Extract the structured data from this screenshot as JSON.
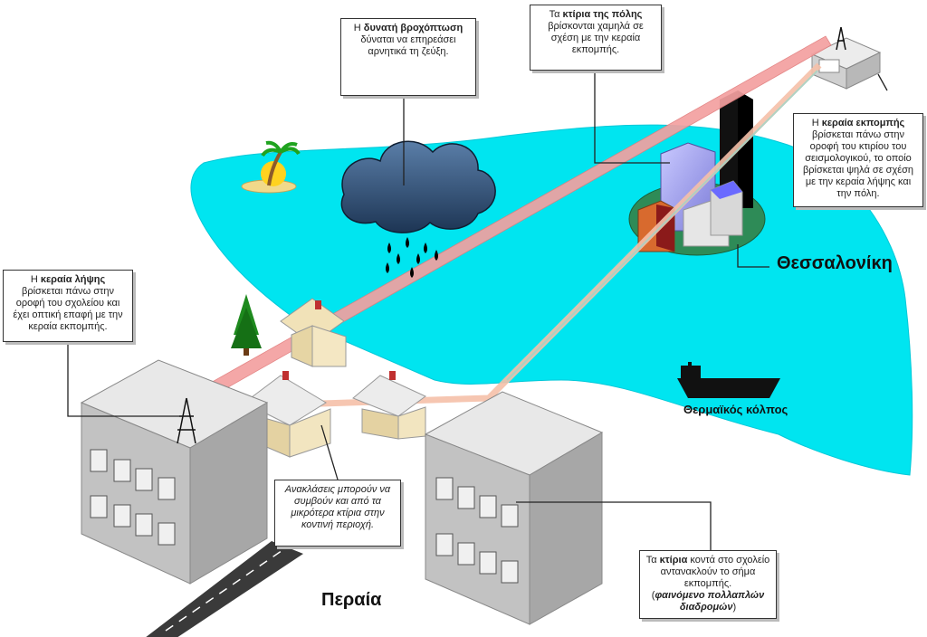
{
  "colors": {
    "sea": "#00e5f0",
    "direct_link": "#f4a0a0",
    "reflected_link": "#f5c0a8",
    "cloud": "#27466a",
    "building": "#d0d0d0",
    "ground": "#2e8b57"
  },
  "icons": [
    "palm-island-icon",
    "storm-cloud-icon",
    "tree-icon",
    "ship-icon",
    "antenna-tower-icon"
  ],
  "places": {
    "thessaloniki": "Θεσσαλονίκη",
    "peraia": "Περαία",
    "gulf": "Θερμαϊκός κόλπος"
  },
  "callouts": {
    "rain": {
      "pre": "Η ",
      "bold": "δυνατή βροχόπτωση",
      "post": "δύναται να επηρεάσει αρνητικά τη ζεύξη."
    },
    "city": {
      "pre": "Τα ",
      "bold": "κτίρια της πόλης",
      "post": "βρίσκονται χαμηλά σε σχέση με την κεραία εκπομπής."
    },
    "tx": {
      "pre": "Η ",
      "bold": "κεραία εκπομπής",
      "post": "βρίσκεται πάνω στην οροφή του κτιρίου του σεισμολογικού, το οποίο βρίσκεται ψηλά σε σχέση με την κεραία λήψης και την πόλη."
    },
    "rx": {
      "pre": "Η ",
      "bold": "κεραία λήψης",
      "post": "βρίσκεται πάνω στην οροφή του σχολείου και έχει οπτική επαφή με την κεραία εκπομπής."
    },
    "reflections": {
      "text": "Ανακλάσεις μπορούν να συμβούν και από τα μικρότερα κτίρια στην κοντινή περιοχή."
    },
    "multipath": {
      "pre": "Τα ",
      "bold": "κτίρια",
      "mid": " κοντά στο σχολείο αντανακλούν το σήμα εκπομπής.",
      "bold_italic": "φαινόμενο πολλαπλών διαδρομών"
    }
  }
}
